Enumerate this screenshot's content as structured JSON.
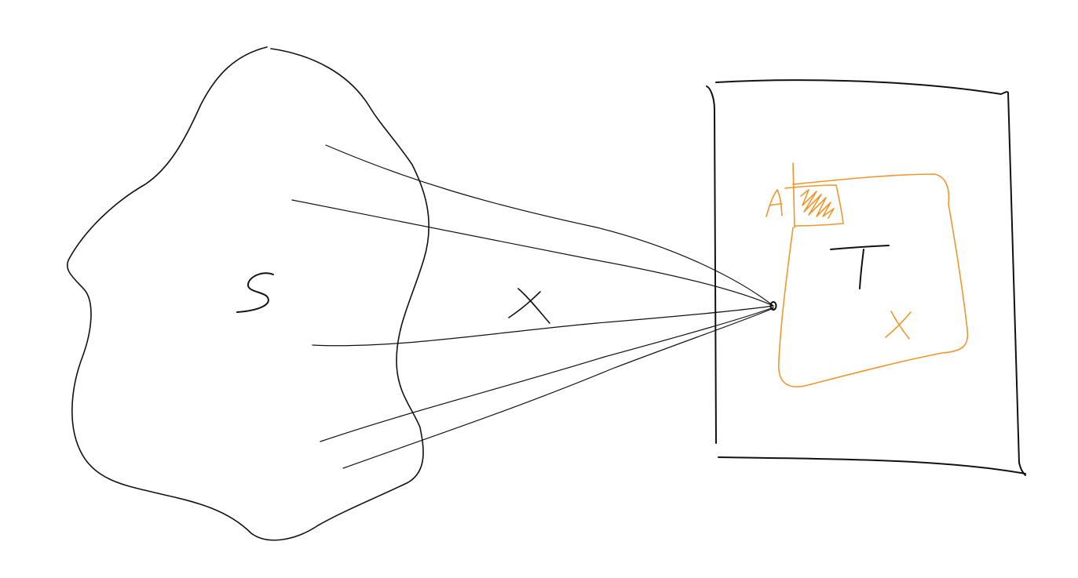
{
  "diagram": {
    "labels": {
      "source_set": "S",
      "source_point": "x",
      "target_set": "T",
      "target_point": "x",
      "region": "A"
    },
    "colors": {
      "ink": "#111111",
      "highlight": "#f0962a",
      "background": "#ffffff"
    }
  }
}
